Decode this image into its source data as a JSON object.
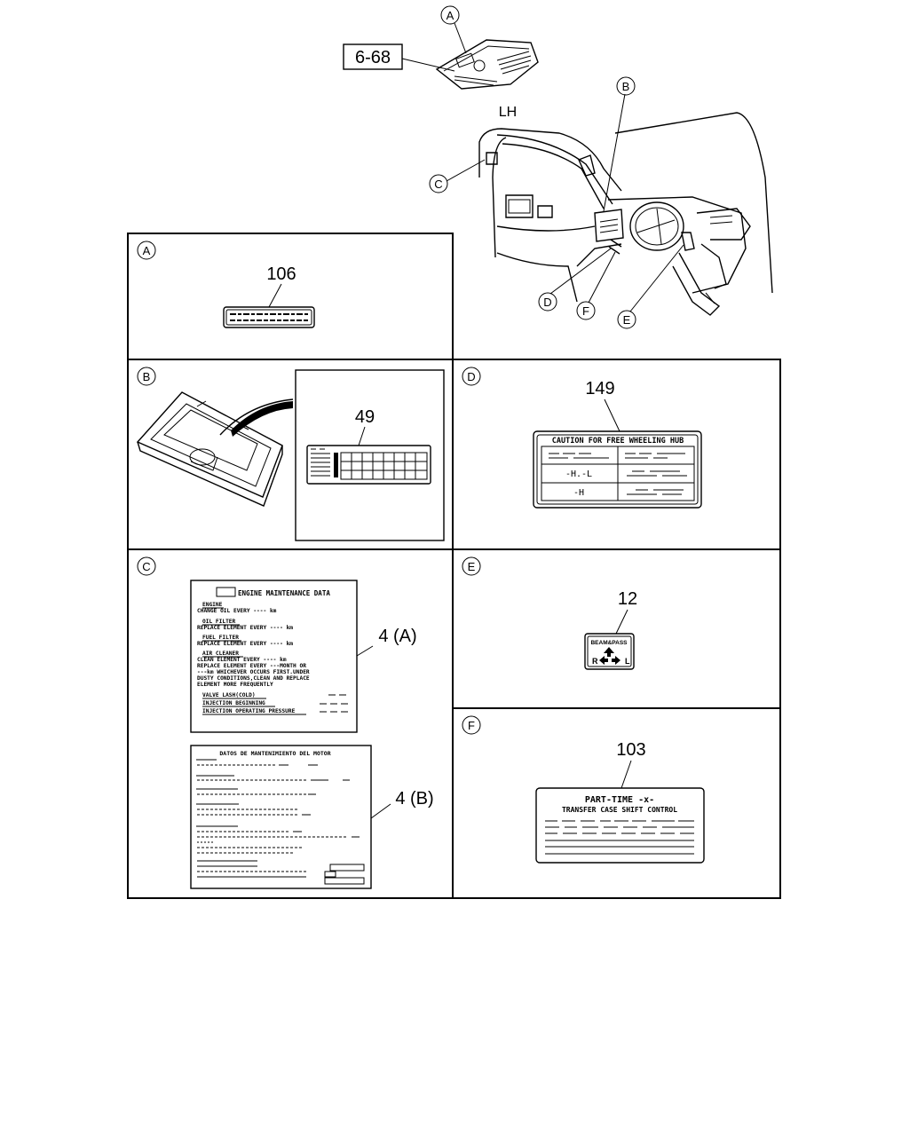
{
  "header": {
    "ref_box": "6-68",
    "side_label": "LH"
  },
  "callouts": {
    "A": "A",
    "B": "B",
    "C": "C",
    "D": "D",
    "E": "E",
    "F": "F"
  },
  "panels": {
    "A": {
      "letter": "A",
      "part_no": "106"
    },
    "B": {
      "letter": "B",
      "part_no": "49"
    },
    "C": {
      "letter": "C",
      "label_a_part": "4 (A)",
      "label_b_part": "4 (B)",
      "label_a": {
        "title": "ENGINE MAINTENANCE DATA",
        "lines": [
          "ENGINE",
          "CHANGE OIL EVERY ---- km",
          "OIL FILTER",
          "REPLACE ELEMENT EVERY ---- km",
          "FUEL FILTER",
          "REPLACE ELEMENT EVERY ---- km",
          "AIR CLEANER",
          "CLEAN ELEMENT EVERY ---- km",
          "REPLACE ELEMENT EVERY ---MONTH OR",
          "---km WHICHEVER OCCURS FIRST.UNDER",
          "DUSTY CONDITIONS,CLEAN AND REPLACE",
          "ELEMENT MORE FREQUENTLY",
          "VALVE LASH(COLD)",
          "INJECTION BEGINNING",
          "INJECTION OPERATING PRESSURE"
        ]
      },
      "label_b": {
        "title": "DATOS DE MANTENIMIENTO DEL MOTOR"
      }
    },
    "D": {
      "letter": "D",
      "part_no": "149",
      "title": "CAUTION FOR FREE WHEELING HUB",
      "row2_left": "-H.-L",
      "row3_left": "-H"
    },
    "E": {
      "letter": "E",
      "part_no": "12",
      "title": "BEAM&PASS",
      "left": "R",
      "right": "L"
    },
    "F": {
      "letter": "F",
      "part_no": "103",
      "line1": "PART-TIME -x-",
      "line2": "TRANSFER CASE SHIFT CONTROL"
    }
  }
}
